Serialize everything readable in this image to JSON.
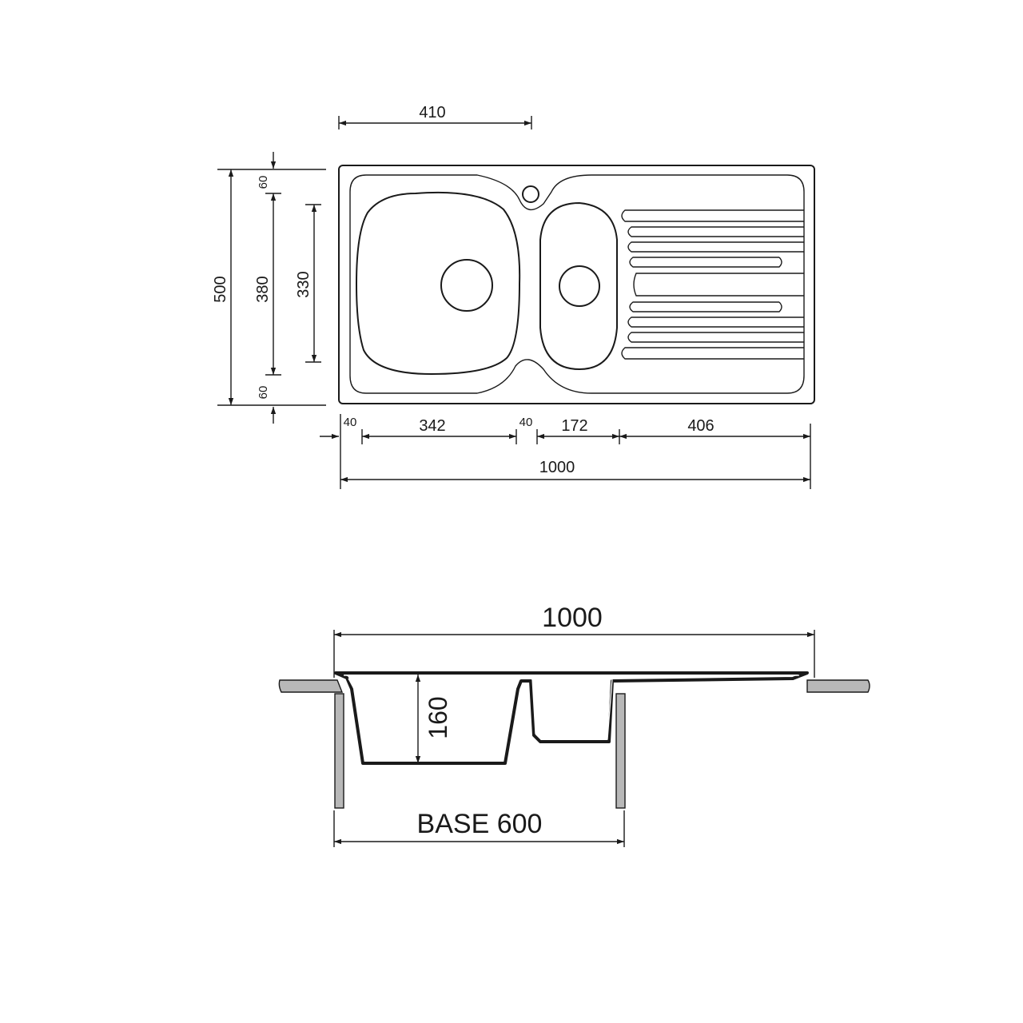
{
  "top_view": {
    "dim_main_bowl_offset": "410",
    "dim_total_depth": "500",
    "dim_bowl_depth": "380",
    "dim_small_bowl_depth": "330",
    "dim_top_margin": "60",
    "dim_bottom_margin": "60",
    "dim_left_margin": "40",
    "dim_main_bowl_width": "342",
    "dim_divider": "40",
    "dim_small_bowl_width": "172",
    "dim_drainer_width": "406",
    "dim_total_width": "1000"
  },
  "section_view": {
    "dim_total_width": "1000",
    "dim_bowl_height": "160",
    "dim_base_label": "BASE 600"
  }
}
